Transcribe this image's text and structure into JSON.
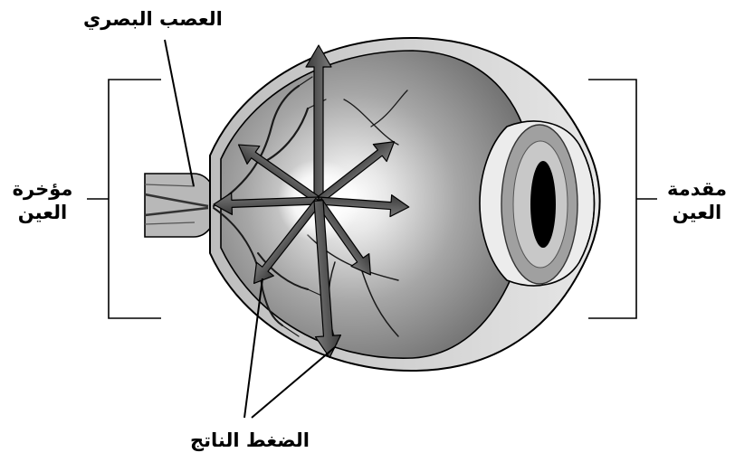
{
  "diagram": {
    "labels": {
      "optic_nerve": "العصب البصري",
      "back_of_eye_line1": "مؤخرة",
      "back_of_eye_line2": "العين",
      "front_of_eye_line1": "مقدمة",
      "front_of_eye_line2": "العين",
      "resulting_pressure": "الضغط الناتج"
    },
    "colors": {
      "ink": "#000000",
      "sclera": "#d9d9d9",
      "inner_globe": "#8a8a8a",
      "cornea": "#e6e6e6",
      "iris": "#9a9a9a",
      "pupil": "#000000",
      "arrow_fill": "#5a5a5a"
    }
  }
}
